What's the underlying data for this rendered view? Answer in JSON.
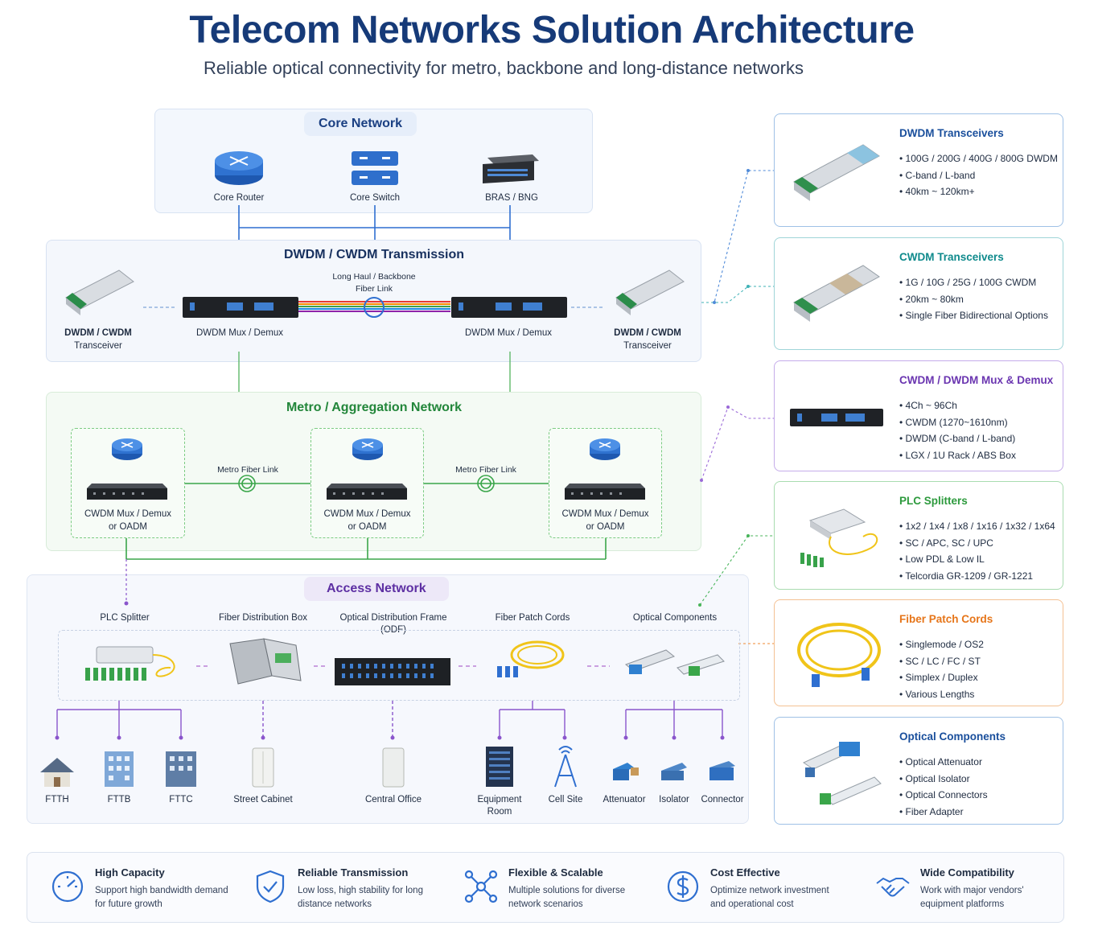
{
  "header": {
    "title": "Telecom Networks Solution Architecture",
    "subtitle": "Reliable optical connectivity for metro, backbone and long-distance networks"
  },
  "core": {
    "title": "Core Network",
    "router": "Core Router",
    "switch": "Core Switch",
    "bras": "BRAS / BNG"
  },
  "dwdm": {
    "title": "DWDM / CWDM Transmission",
    "link_line1": "Long Haul / Backbone",
    "link_line2": "Fiber Link",
    "left_trx_line1": "DWDM / CWDM",
    "left_trx_line2": "Transceiver",
    "left_mux": "DWDM Mux / Demux",
    "right_mux": "DWDM Mux / Demux",
    "right_trx_line1": "DWDM / CWDM",
    "right_trx_line2": "Transceiver"
  },
  "metro": {
    "title": "Metro / Aggregation Network",
    "node_line1": "CWDM Mux / Demux",
    "node_line2": "or OADM",
    "link_label": "Metro Fiber Link"
  },
  "access": {
    "title": "Access Network",
    "plc": "PLC Splitter",
    "fdb": "Fiber Distribution Box",
    "odf_line1": "Optical Distribution Frame",
    "odf_line2": "(ODF)",
    "patch": "Fiber Patch Cords",
    "components": "Optical Components",
    "endpoints": {
      "ftth": "FTTH",
      "fttb": "FTTB",
      "fttc": "FTTC",
      "street_cabinet": "Street Cabinet",
      "central_office": "Central Office",
      "equipment_room_line1": "Equipment",
      "equipment_room_line2": "Room",
      "cell_site": "Cell Site",
      "attenuator": "Attenuator",
      "isolator": "Isolator",
      "connector": "Connector"
    }
  },
  "cards": [
    {
      "title": "DWDM Transceivers",
      "color": "#1a4f9c",
      "border": "#9fc1e6",
      "items": [
        "100G / 200G / 400G / 800G DWDM",
        "C-band / L-band",
        "40km ~ 120km+"
      ]
    },
    {
      "title": "CWDM Transceivers",
      "color": "#0f8a8c",
      "border": "#9fd5d8",
      "items": [
        "1G / 10G / 25G / 100G CWDM",
        "20km ~ 80km",
        "Single Fiber Bidirectional Options"
      ]
    },
    {
      "title": "CWDM / DWDM Mux & Demux",
      "color": "#6a35b0",
      "border": "#c5acea",
      "items": [
        "4Ch ~ 96Ch",
        "CWDM (1270~1610nm)",
        "DWDM (C-band / L-band)",
        "LGX / 1U Rack / ABS Box"
      ]
    },
    {
      "title": "PLC Splitters",
      "color": "#2d9a3d",
      "border": "#a9dcb0",
      "items": [
        "1x2 / 1x4 / 1x8 / 1x16 / 1x32 / 1x64",
        "SC / APC, SC / UPC",
        "Low PDL & Low IL",
        "Telcordia GR-1209 / GR-1221"
      ]
    },
    {
      "title": "Fiber Patch Cords",
      "color": "#e67519",
      "border": "#f4c193",
      "items": [
        "Singlemode / OS2",
        "SC / LC / FC / ST",
        "Simplex / Duplex",
        "Various Lengths"
      ]
    },
    {
      "title": "Optical Components",
      "color": "#1a4f9c",
      "border": "#9fc1e6",
      "items": [
        "Optical Attenuator",
        "Optical Isolator",
        "Optical Connectors",
        "Fiber Adapter"
      ]
    }
  ],
  "features": [
    {
      "title": "High Capacity",
      "desc": "Support high bandwidth demand for future growth",
      "icon": "gauge-icon"
    },
    {
      "title": "Reliable Transmission",
      "desc": "Low loss, high stability for long distance networks",
      "icon": "shield-check-icon"
    },
    {
      "title": "Flexible & Scalable",
      "desc": "Multiple solutions for diverse network scenarios",
      "icon": "network-nodes-icon"
    },
    {
      "title": "Cost Effective",
      "desc": "Optimize network investment and operational cost",
      "icon": "dollar-coin-icon"
    },
    {
      "title": "Wide Compatibility",
      "desc": "Work with major vendors' equipment platforms",
      "icon": "handshake-icon"
    }
  ],
  "colors": {
    "title": "#163a78",
    "core_blue": "#1f5fbf",
    "metro_green": "#2f9e44",
    "access_purple": "#8a55cc",
    "patch_orange": "#e67519"
  }
}
